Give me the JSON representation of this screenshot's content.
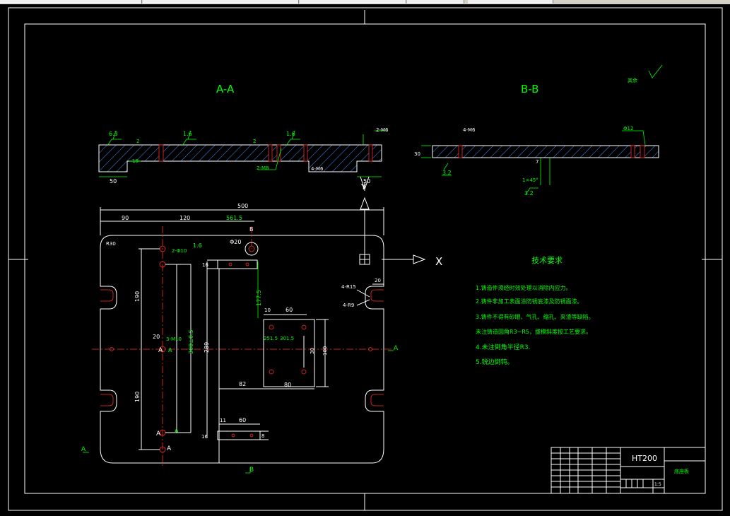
{
  "window": {
    "tabs": [
      "",
      "",
      "",
      "",
      ""
    ]
  },
  "views": {
    "section_aa": "A-A",
    "section_bb": "B-B",
    "cut_a_left": "A",
    "cut_a_right": "A",
    "cut_b_top": "B",
    "cut_b_bottom": "B",
    "axis_x": "X",
    "axis_y": "Y"
  },
  "aa_dims": {
    "rough1": "6.3",
    "rough2": "1.6",
    "rough3": "1.6",
    "d_2a": "2",
    "d_2b": "2",
    "d_10": "10",
    "d_50l": "50",
    "d_50r": "50",
    "holes_m8": "2-M8",
    "m6": "4-M6",
    "m6_top": "2-M6"
  },
  "bb_dims": {
    "m6": "4-M6",
    "d_30": "30",
    "rough": "3.2",
    "rough2": "3.2",
    "d_7": "7",
    "hole_label": "1×45°",
    "phi": "Φ12"
  },
  "plan_dims": {
    "overall": "500",
    "d_90": "90",
    "d_120": "120",
    "d_561": "561.5",
    "phi20": "Φ20",
    "rough16": "1.6",
    "m10_2": "2-Φ10",
    "d_16a": "16",
    "d_16b": "16",
    "d_177": "177.5",
    "d_190a": "190",
    "d_190b": "190",
    "d_289": "289",
    "d_20a": "20",
    "m10_3": "3-M10",
    "d_300": "300±0.5",
    "d_10": "10",
    "d_60a": "60",
    "d_60b": "60",
    "d_251": "251.5",
    "d_301": "301.5",
    "d_30": "30",
    "d_100": "100",
    "d_82": "82",
    "d_80": "80",
    "d_11": "11",
    "d_8": "8",
    "r15": "4-R15",
    "r9": "4-R9",
    "d_20b": "20",
    "r_corner": "R30",
    "a1": "A",
    "a2": "A",
    "a3": "A",
    "a4": "A",
    "a5": "A"
  },
  "tech": {
    "title": "技术要求",
    "items": [
      "1.铸造件须经时效处理以消除内应力。",
      "2.铸件非加工表面涂防锈底漆及防锈面漆。",
      "3.铸件不得有砂眼、气孔、缩孔、夹渣等缺陷。",
      "未注铸造圆角R3~R5，拔模斜度按工艺要求。",
      "4.未注倒角半径R3.",
      "5.锐边倒钝。"
    ]
  },
  "roughness_note": "其余",
  "title_block": {
    "material": "HT200",
    "name": "底座板",
    "scale": "1:5"
  }
}
